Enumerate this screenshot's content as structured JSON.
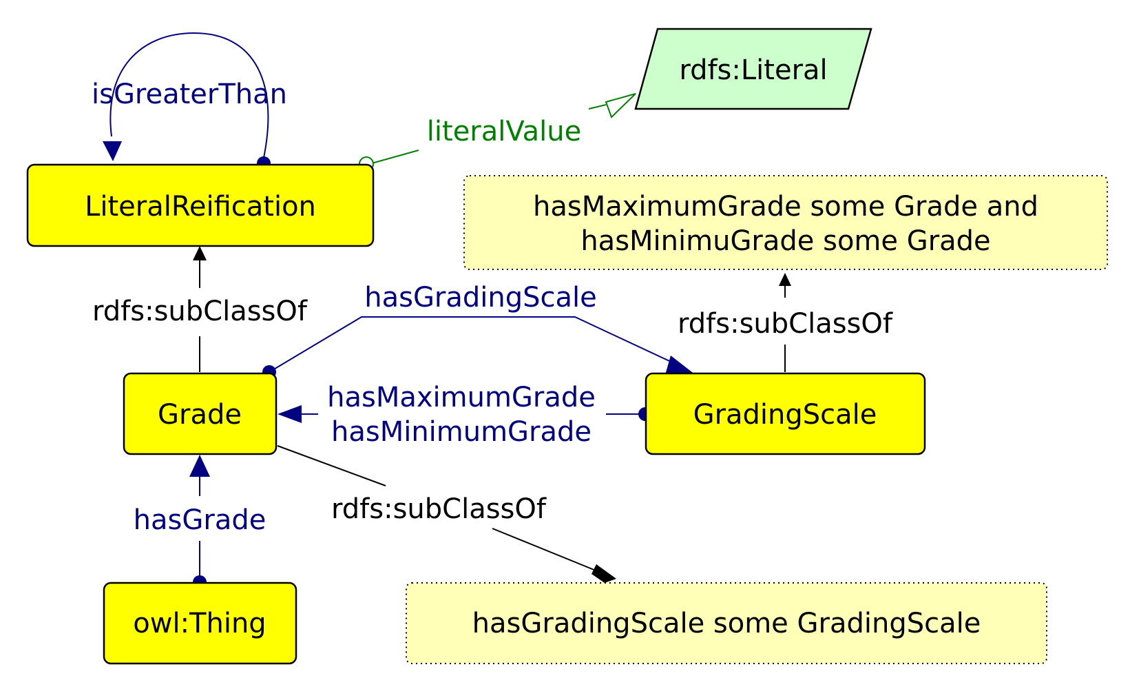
{
  "nodes": {
    "literal_reification": "LiteralReification",
    "rdfs_literal": "rdfs:Literal",
    "restriction_max_min": [
      "hasMaximumGrade some Grade and",
      "hasMinimuGrade some Grade"
    ],
    "grade": "Grade",
    "grading_scale": "GradingScale",
    "owl_thing": "owl:Thing",
    "restriction_grading_scale": "hasGradingScale some GradingScale"
  },
  "edges": {
    "is_greater_than": "isGreaterThan",
    "literal_value": "literalValue",
    "grade_subclass": "rdfs:subClassOf",
    "has_grading_scale": "hasGradingScale",
    "grading_scale_subclass": "rdfs:subClassOf",
    "has_maximum_grade": "hasMaximumGrade",
    "has_minimum_grade": "hasMinimumGrade",
    "has_grade": "hasGrade",
    "grade_restriction_subclass": "rdfs:subClassOf"
  },
  "colors": {
    "class_fill": "#ffff00",
    "restriction_fill": "#ffffb8",
    "datatype_fill": "#ccffcc",
    "object_property": "#000080",
    "datatype_property": "#008000",
    "subclass_edge": "#000000"
  }
}
